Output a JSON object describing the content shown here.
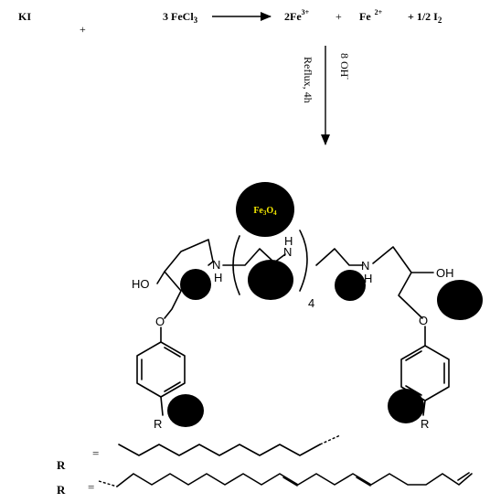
{
  "reaction": {
    "ki": "KI",
    "plus1": "+",
    "fecl3": "3 FeCl",
    "fecl3_sub": "3",
    "fe3_coef": "2Fe",
    "fe3_sup": "3+",
    "plus2": "+",
    "fe2": "Fe",
    "fe2_sup": "2+",
    "i2": "+ 1/2 I",
    "i2_sub": "2"
  },
  "conditions": {
    "base": "8 OH",
    "base_sup": "-",
    "reflux": "Reflux, 4h"
  },
  "structure": {
    "particle_label": "Fe",
    "particle_sub1": "3",
    "particle_mid": "O",
    "particle_sub2": "4",
    "particle_label_color": "#f2e600",
    "n_left": "N",
    "h_left": "H",
    "nh_mid": "N",
    "h_mid": "H",
    "repeat": "4",
    "n_right": "N",
    "h_right": "H",
    "oh_left": "HO",
    "oh_right": "OH",
    "o_left": "O",
    "o_right": "O",
    "r_left": "R",
    "r_right": "R"
  },
  "legend": {
    "r1": "R",
    "eq1": "=",
    "r2": "R",
    "eq2": "="
  }
}
